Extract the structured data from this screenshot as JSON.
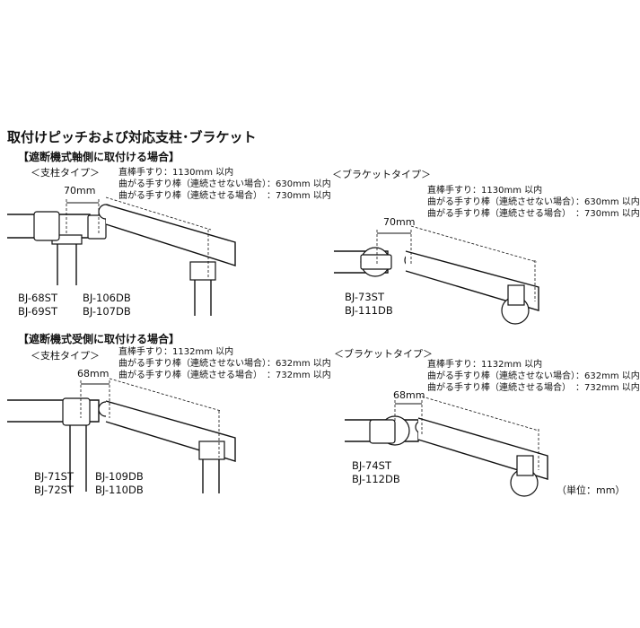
{
  "title": "取付けピッチおよび対応支柱･ブラケット",
  "unit_note": "（単位：mm）",
  "sections": [
    {
      "heading": "【遮断機式軸側に取付ける場合】",
      "left": {
        "type_label": "＜支柱タイプ＞",
        "dimension": "70mm",
        "models": [
          "BJ-68ST",
          "BJ-69ST"
        ],
        "models2": [
          "BJ-106DB",
          "BJ-107DB"
        ],
        "specs": [
          {
            "k": "直棒手すり：",
            "v": "1130mm 以内"
          },
          {
            "k": "曲がる手すり棒（連続させない場合）：",
            "v": "630mm 以内"
          },
          {
            "k": "曲がる手すり棒（連続させる場合）　：",
            "v": "730mm 以内"
          }
        ]
      },
      "right": {
        "type_label": "＜ブラケットタイプ＞",
        "dimension": "70mm",
        "models": [
          "BJ-73ST",
          "BJ-111DB"
        ],
        "specs": [
          {
            "k": "直棒手すり：",
            "v": "1130mm 以内"
          },
          {
            "k": "曲がる手すり棒（連続させない場合）：",
            "v": "630mm 以内"
          },
          {
            "k": "曲がる手すり棒（連続させる場合）　：",
            "v": "730mm 以内"
          }
        ]
      }
    },
    {
      "heading": "【遮断機式受側に取付ける場合】",
      "left": {
        "type_label": "＜支柱タイプ＞",
        "dimension": "68mm",
        "models": [
          "BJ-71ST",
          "BJ-72ST"
        ],
        "models2": [
          "BJ-109DB",
          "BJ-110DB"
        ],
        "specs": [
          {
            "k": "直棒手すり：",
            "v": "1132mm 以内"
          },
          {
            "k": "曲がる手すり棒（連続させない場合）：",
            "v": "632mm 以内"
          },
          {
            "k": "曲がる手すり棒（連続させる場合）　：",
            "v": "732mm 以内"
          }
        ]
      },
      "right": {
        "type_label": "＜ブラケットタイプ＞",
        "dimension": "68mm",
        "models": [
          "BJ-74ST",
          "BJ-112DB"
        ],
        "specs": [
          {
            "k": "直棒手すり：",
            "v": "1132mm 以内"
          },
          {
            "k": "曲がる手すり棒（連続させない場合）：",
            "v": "632mm 以内"
          },
          {
            "k": "曲がる手すり棒（連続させる場合）　：",
            "v": "732mm 以内"
          }
        ]
      }
    }
  ]
}
